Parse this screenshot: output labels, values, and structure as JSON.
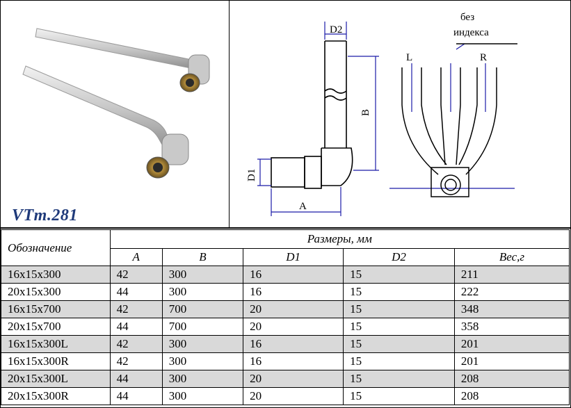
{
  "model_label": "VTm.281",
  "diagram": {
    "label_d2": "D2",
    "label_b": "B",
    "label_d1": "D1",
    "label_a": "A",
    "label_l": "L",
    "label_r": "R",
    "note_line1": "без",
    "note_line2": "индекса"
  },
  "table": {
    "header_designation": "Обозначение",
    "header_sizes": "Размеры, мм",
    "columns": [
      "A",
      "B",
      "D1",
      "D2",
      "Вес,г"
    ],
    "rows": [
      {
        "name": "16x15x300",
        "A": "42",
        "B": "300",
        "D1": "16",
        "D2": "15",
        "W": "211"
      },
      {
        "name": "20x15x300",
        "A": "44",
        "B": "300",
        "D1": "16",
        "D2": "15",
        "W": "222"
      },
      {
        "name": "16x15x700",
        "A": "42",
        "B": "700",
        "D1": "20",
        "D2": "15",
        "W": "348"
      },
      {
        "name": "20x15x700",
        "A": "44",
        "B": "700",
        "D1": "20",
        "D2": "15",
        "W": "358"
      },
      {
        "name": "16x15x300L",
        "A": "42",
        "B": "300",
        "D1": "16",
        "D2": "15",
        "W": "201"
      },
      {
        "name": "16x15x300R",
        "A": "42",
        "B": "300",
        "D1": "16",
        "D2": "15",
        "W": "201"
      },
      {
        "name": "20x15x300L",
        "A": "44",
        "B": "300",
        "D1": "20",
        "D2": "15",
        "W": "208"
      },
      {
        "name": "20x15x300R",
        "A": "44",
        "B": "300",
        "D1": "20",
        "D2": "15",
        "W": "208"
      }
    ]
  }
}
